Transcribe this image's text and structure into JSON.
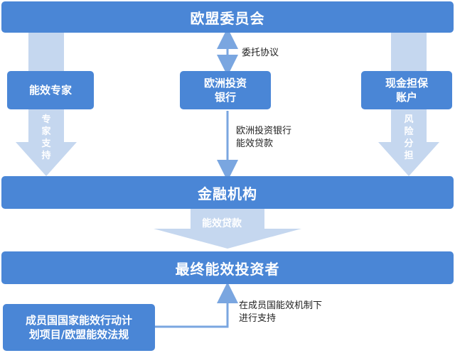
{
  "boxes": {
    "eu_commission": "欧盟委员会",
    "efficiency_experts": "能效专家",
    "eib_line1": "欧洲投资",
    "eib_line2": "银行",
    "cash_guarantee_line1": "现金担保",
    "cash_guarantee_line2": "账户",
    "financial_institutions": "金融机构",
    "final_investors": "最终能效投资者",
    "national_plans_line1": "成员国国家能效行动计",
    "national_plans_line2": "划项目/欧盟能效法规"
  },
  "labels": {
    "entrustment_agreement": "委托协议",
    "expert_support": "专家支持",
    "eib_loan_line1": "欧洲投资银行",
    "eib_loan_line2": "能效贷款",
    "risk_sharing": "风险分担",
    "efficiency_loans": "能效贷款",
    "member_support_line1": "在成员国能效机制下",
    "member_support_line2": "进行支持"
  },
  "colors": {
    "box": "#4a86d6",
    "arrow_light": "#c5d7ef",
    "arrow_line": "#7aa6e0"
  }
}
